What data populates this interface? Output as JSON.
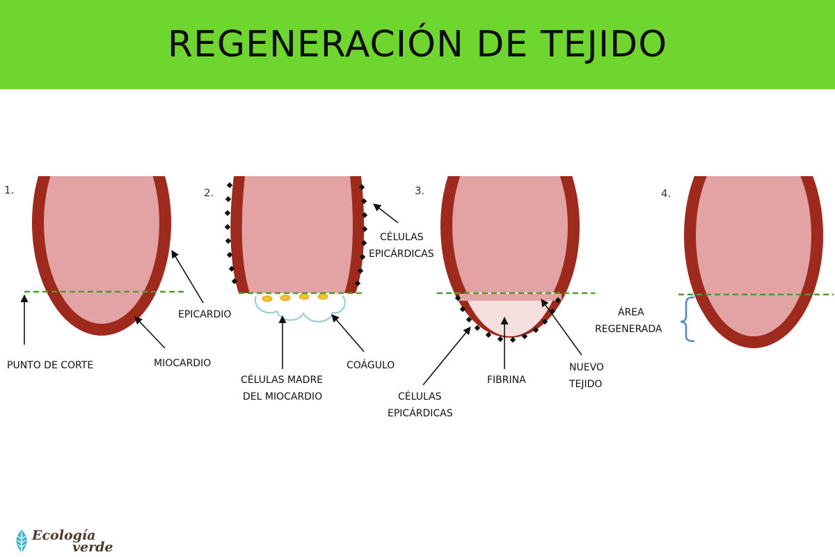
{
  "header": {
    "title": "REGENERACIÓN DE TEJIDO"
  },
  "colors": {
    "banner": "#6fd630",
    "myocardium": "#9e2a1e",
    "inner_tissue": "#e1a3a3",
    "new_tissue": "#f4dede",
    "cut_line": "#4f9a2f",
    "clot": "#8ec9dc",
    "stem_cells": "#f2c230",
    "bracket": "#4f86c2"
  },
  "stages": [
    {
      "number": "1."
    },
    {
      "number": "2."
    },
    {
      "number": "3."
    },
    {
      "number": "4."
    }
  ],
  "labels": {
    "punto_corte": "PUNTO DE CORTE",
    "miocardio": "MIOCARDIO",
    "epicardio": "EPICARDIO",
    "celulas_epicardicas_top_1": "CÉLULAS",
    "celulas_epicardicas_top_2": "EPICÁRDICAS",
    "celulas_madre_1": "CÉLULAS MADRE",
    "celulas_madre_2": "DEL MIOCARDIO",
    "coagulo": "COÁGULO",
    "celulas_epicardicas_bottom_1": "CÉLULAS",
    "celulas_epicardicas_bottom_2": "EPICÁRDICAS",
    "fibrina": "FIBRINA",
    "nuevo_tejido_1": "NUEVO",
    "nuevo_tejido_2": "TEJIDO",
    "area_regenerada_1": "ÁREA",
    "area_regenerada_2": "REGENERADA"
  },
  "logo": {
    "line1": "Ecología",
    "line2": "verde"
  }
}
